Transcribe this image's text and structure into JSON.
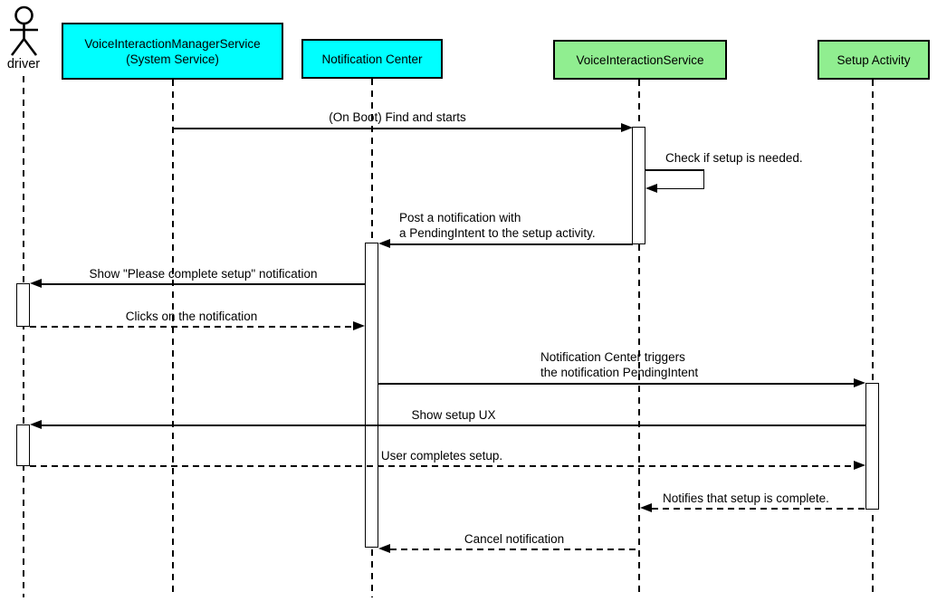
{
  "diagram": {
    "type": "uml-sequence-diagram",
    "colors": {
      "system_service_fill": "#00FFFF",
      "app_component_fill": "#90EE90",
      "line": "#000000",
      "background": "#FFFFFF"
    },
    "participants": [
      {
        "id": "driver",
        "label": "driver",
        "kind": "actor"
      },
      {
        "id": "vims",
        "label": "VoiceInteractionManagerService\n(System Service)",
        "kind": "box",
        "fill": "#00FFFF"
      },
      {
        "id": "notification-center",
        "label": "Notification Center",
        "kind": "box",
        "fill": "#00FFFF"
      },
      {
        "id": "voice-interaction-service",
        "label": "VoiceInteractionService",
        "kind": "box",
        "fill": "#90EE90"
      },
      {
        "id": "setup-activity",
        "label": "Setup Activity",
        "kind": "box",
        "fill": "#90EE90"
      }
    ],
    "messages": [
      {
        "from": "vims",
        "to": "voice-interaction-service",
        "text": "(On Boot) Find and starts",
        "line": "solid"
      },
      {
        "from": "voice-interaction-service",
        "to": "voice-interaction-service",
        "text": "Check if setup is needed.",
        "line": "solid-self"
      },
      {
        "from": "voice-interaction-service",
        "to": "notification-center",
        "text": "Post a notification with\na PendingIntent to the setup activity.",
        "line": "solid"
      },
      {
        "from": "notification-center",
        "to": "driver",
        "text": "Show \"Please complete setup\" notification",
        "line": "solid"
      },
      {
        "from": "driver",
        "to": "notification-center",
        "text": "Clicks on the notification",
        "line": "dashed"
      },
      {
        "from": "notification-center",
        "to": "setup-activity",
        "text": "Notification Center triggers\nthe notification PendingIntent",
        "line": "solid"
      },
      {
        "from": "setup-activity",
        "to": "driver",
        "text": "Show setup UX",
        "line": "solid"
      },
      {
        "from": "driver",
        "to": "setup-activity",
        "text": "User completes setup.",
        "line": "dashed"
      },
      {
        "from": "setup-activity",
        "to": "voice-interaction-service",
        "text": "Notifies that setup is complete.",
        "line": "dashed"
      },
      {
        "from": "voice-interaction-service",
        "to": "notification-center",
        "text": "Cancel notification",
        "line": "dashed"
      }
    ]
  }
}
